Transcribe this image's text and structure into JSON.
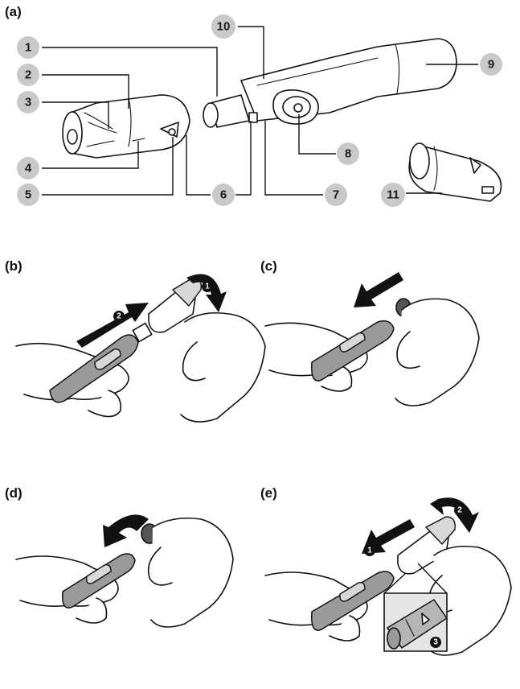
{
  "panels": [
    {
      "id": "a",
      "label": "(a)"
    },
    {
      "id": "b",
      "label": "(b)"
    },
    {
      "id": "c",
      "label": "(c)"
    },
    {
      "id": "d",
      "label": "(d)"
    },
    {
      "id": "e",
      "label": "(e)"
    }
  ],
  "callouts": [
    "1",
    "2",
    "3",
    "4",
    "5",
    "6",
    "7",
    "8",
    "9",
    "10",
    "11"
  ],
  "steps": {
    "b": [
      "1",
      "2"
    ],
    "e": [
      "1",
      "2",
      "3"
    ]
  }
}
